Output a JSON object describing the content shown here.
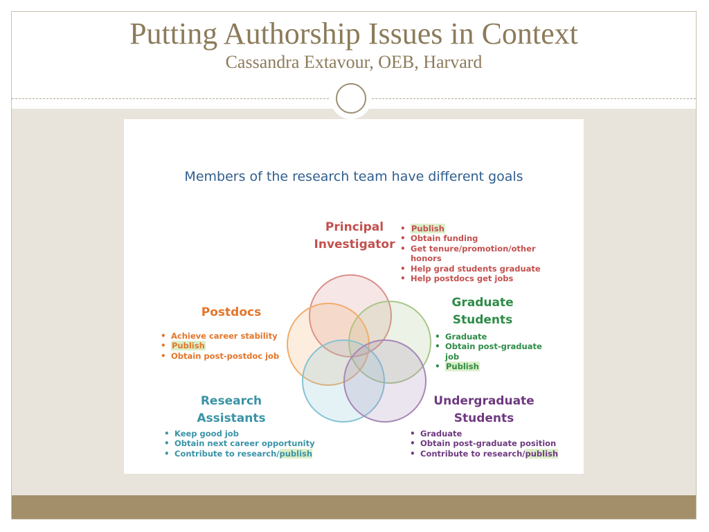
{
  "slide": {
    "title": "Putting Authorship Issues in Context",
    "subtitle": "Cassandra Extavour, OEB, Harvard"
  },
  "diagram": {
    "heading": "Members of the research team have different goals",
    "roles": {
      "pi": {
        "title_lines": [
          "Principal",
          "Investigator"
        ],
        "color": "#c2504e",
        "goals": [
          "Publish",
          "Obtain funding",
          "Get tenure/promotion/other honors",
          "Help grad students graduate",
          "Help postdocs get jobs"
        ]
      },
      "grad": {
        "title_lines": [
          "Graduate",
          "Students"
        ],
        "color": "#2e8b47",
        "goals": [
          "Graduate",
          "Obtain post-graduate job",
          "Publish"
        ]
      },
      "postdoc": {
        "title_lines": [
          "Postdocs"
        ],
        "color": "#e3762a",
        "goals": [
          "Achieve career stability",
          "Publish",
          "Obtain post-postdoc job"
        ]
      },
      "ra": {
        "title_lines": [
          "Research",
          "Assistants"
        ],
        "color": "#3a93a6",
        "goals": [
          "Keep good job",
          "Obtain next career opportunity",
          "Contribute to research/",
          "publish"
        ]
      },
      "ug": {
        "title_lines": [
          "Undergraduate",
          "Students"
        ],
        "color": "#6e3a80",
        "goals": [
          "Graduate",
          "Obtain post-graduate position",
          "Contribute to research/",
          "publish"
        ]
      }
    },
    "circle_colors": [
      "#d98f8b",
      "#a8c68a",
      "#f0ad6c",
      "#86c2d4",
      "#a587b5"
    ]
  }
}
